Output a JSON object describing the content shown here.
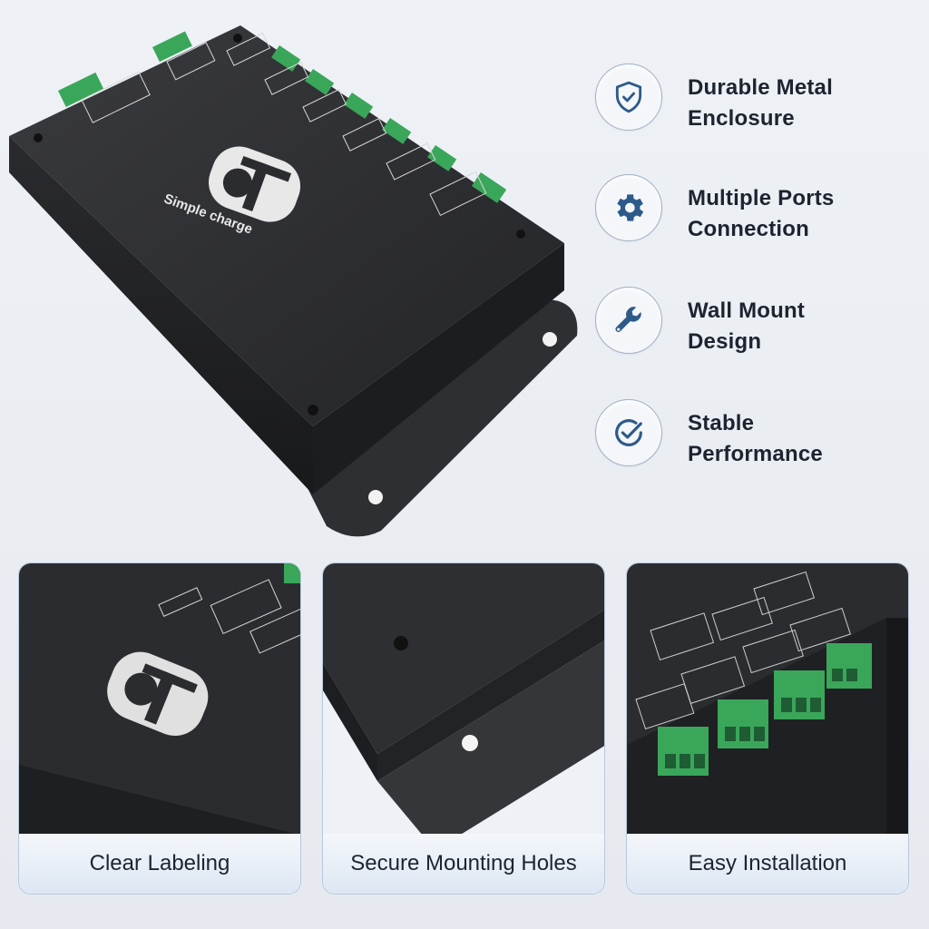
{
  "product": {
    "logo_text": "Simple charge"
  },
  "features": [
    {
      "icon": "shield-check-icon",
      "line1": "Durable Metal",
      "line2": "Enclosure"
    },
    {
      "icon": "gear-icon",
      "line1": "Multiple Ports",
      "line2": "Connection"
    },
    {
      "icon": "wrench-icon",
      "line1": "Wall Mount",
      "line2": "Design"
    },
    {
      "icon": "check-circle-icon",
      "line1": "Stable",
      "line2": "Performance"
    }
  ],
  "panels": [
    {
      "caption": "Clear Labeling"
    },
    {
      "caption": "Secure Mounting Holes"
    },
    {
      "caption": "Easy Installation"
    }
  ],
  "colors": {
    "enclosure": "#2b2c2f",
    "terminal_green": "#3aa65a",
    "icon_blue": "#2e5a8a",
    "accent_border": "#b9c8dc"
  }
}
